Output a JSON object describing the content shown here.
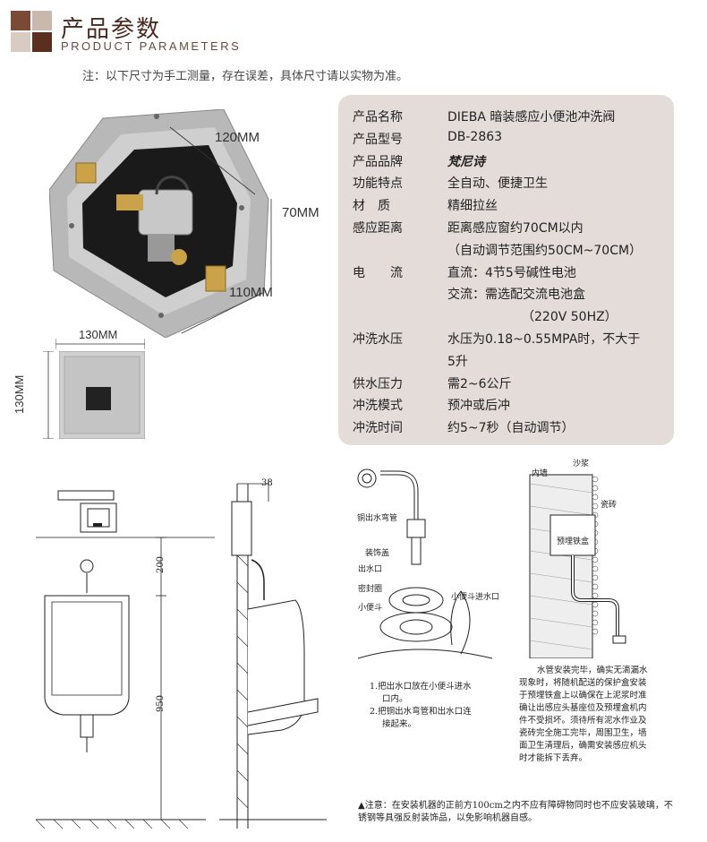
{
  "header": {
    "title_cn": "产品参数",
    "title_en": "PRODUCT PARAMETERS",
    "note": "注：以下尺寸为手工测量，存在误差，具体尺寸请以实物为准。"
  },
  "dimensions": {
    "width_top": "120MM",
    "height_side": "70MM",
    "depth": "110MM",
    "panel_width": "130MM",
    "panel_height": "130MM"
  },
  "spec_rows": [
    {
      "label": "产品名称",
      "value": "DIEBA 暗装感应小便池冲洗阀"
    },
    {
      "label": "产品型号",
      "value": "DB-2863"
    },
    {
      "label": "产品品牌",
      "value": "梵尼诗"
    },
    {
      "label": "功能特点",
      "value": "全自动、便捷卫生"
    },
    {
      "label": "材　质",
      "value": "精细拉丝"
    },
    {
      "label": "感应距离",
      "value": "距离感应窗约70CM以内"
    },
    {
      "label": "",
      "value": "（自动调节范围约50CM~70CM）"
    },
    {
      "label": "电　　流",
      "value": "直流：4节5号碱性电池"
    },
    {
      "label": "",
      "value": "交流：需选配交流电池盒"
    },
    {
      "label": "",
      "value": "（220V 50HZ）"
    },
    {
      "label": "冲洗水压",
      "value": "水压为0.18~0.55MPA时，不大于"
    },
    {
      "label": "",
      "value": "5升"
    },
    {
      "label": "供水压力",
      "value": "需2~6公斤"
    },
    {
      "label": "冲洗模式",
      "value": "预冲或后冲"
    },
    {
      "label": "冲洗时间",
      "value": "约5~7秒（自动调节）"
    }
  ],
  "drawing1": {
    "dim_200": "200",
    "dim_950": "950"
  },
  "drawing2": {
    "dim_38": "38"
  },
  "drawing3": {
    "labels": [
      "铜出水弯管",
      "装饰盖",
      "出水口",
      "密封圈",
      "小便斗",
      "小便斗进水口"
    ],
    "steps": [
      "1.把出水口放在小便斗进水",
      "口内。",
      "2.把铜出水弯管和出水口连",
      "接起来。"
    ]
  },
  "drawing4": {
    "labels": [
      "内墙",
      "沙浆",
      "瓷砖",
      "预埋铁盒"
    ],
    "paragraph": [
      "水管安装完毕，确实无滴漏水",
      "现象时，将随机配送的保护盒安装",
      "于预埋铁盒上以确保在上泥浆时准",
      "确让出感应头基座位及预埋盒机内",
      "件不受损坏。须待所有泥水作业及",
      "瓷砖完全施工完毕，周围卫生，墙",
      "面卫生清理后，确需安装感应机头",
      "时才能拆下丢弃。"
    ]
  },
  "bottom_note": "▲注意：在安装机器的正前方100cm之内不应有障碍物同时也不应安装玻璃，不锈钢等具强反射装饰品，以免影响机器自感。",
  "colors": {
    "panel_bg": "#e3dcd9",
    "title": "#4a2a1e"
  }
}
